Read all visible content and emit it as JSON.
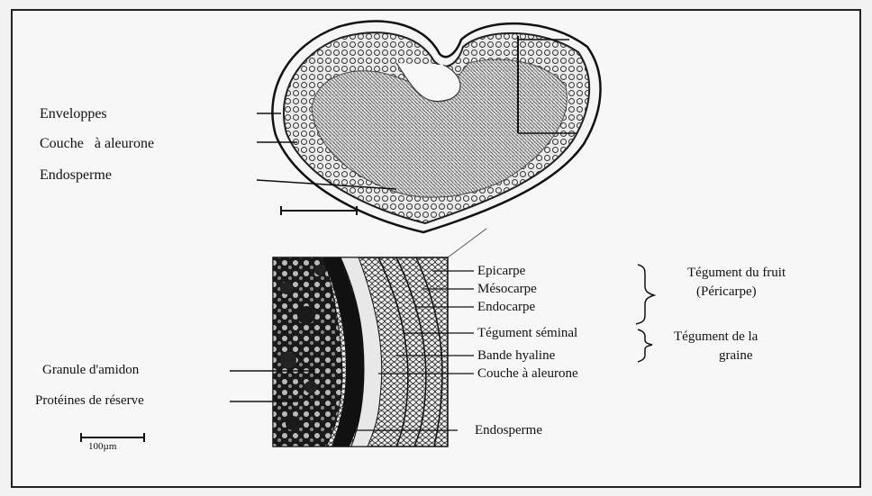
{
  "top_section": {
    "labels": {
      "envelopes": "Enveloppes",
      "aleurone": "Couche   à aleurone",
      "endosperm": "Endosperme"
    }
  },
  "bottom_section": {
    "left_labels": {
      "starch_granule": "Granule d'amidon",
      "reserve_proteins": "Protéines de réserve"
    },
    "right_labels": {
      "epicarp": "Epicarpe",
      "mesocarp": "Mésocarpe",
      "endocarp": "Endocarpe",
      "seed_coat": "Tégument séminal",
      "hyaline_band": "Bande hyaline",
      "aleurone": "Couche à aleurone",
      "endosperm": "Endosperme"
    },
    "group_labels": {
      "fruit_coat_line1": "Tégument du fruit",
      "fruit_coat_line2": "(Péricarpe)",
      "seed_coat_line1": "Tégument de la",
      "seed_coat_line2": "graine"
    },
    "scale_bar": "100µm"
  }
}
